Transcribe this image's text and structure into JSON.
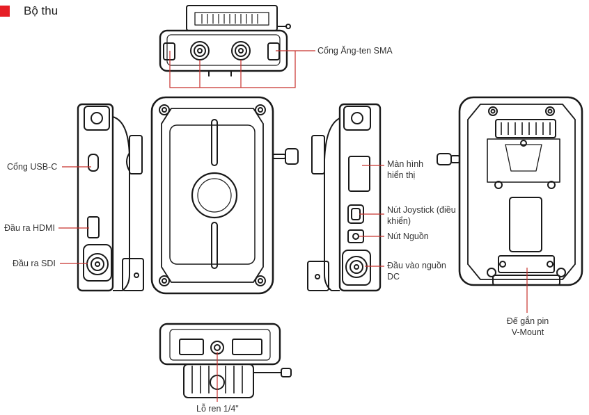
{
  "title": "Bộ thu",
  "colors": {
    "accent": "#e61e25",
    "line": "#c8302c",
    "device": "#1a1a1a"
  },
  "labels": {
    "sma": "Cổng Ăng-ten SMA",
    "usbc": "Cổng USB-C",
    "hdmi": "Đầu ra HDMI",
    "sdi": "Đầu ra SDI",
    "screen_line1": "Màn hình",
    "screen_line2": "hiển thị",
    "joystick_line1": "Nút Joystick (điều",
    "joystick_line2": "khiển)",
    "power": "Nút Nguồn",
    "dc_line1": "Đầu vào nguồn",
    "dc_line2": "DC",
    "vmount_line1": "Đế gắn pin",
    "vmount_line2": "V-Mount",
    "thread": "Lỗ ren 1/4\""
  }
}
